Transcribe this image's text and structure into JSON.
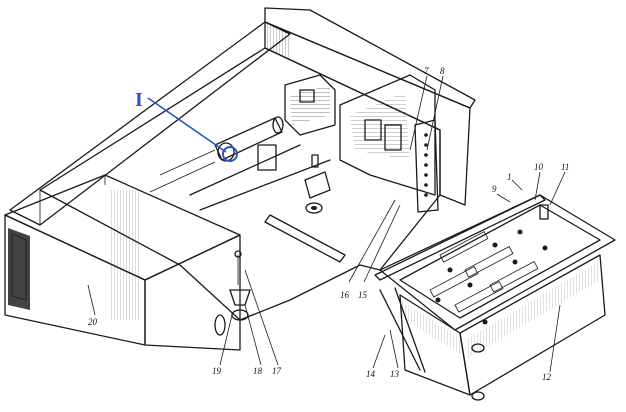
{
  "callout": {
    "label": "I",
    "color": "#2a55c8"
  },
  "labels": {
    "l1": "1",
    "l7": "7",
    "l8": "8",
    "l9": "9",
    "l10": "10",
    "l11": "11",
    "l12": "12",
    "l13": "13",
    "l14": "14",
    "l15": "15",
    "l16": "16",
    "l17": "17",
    "l18": "18",
    "l19": "19",
    "l20": "20"
  }
}
